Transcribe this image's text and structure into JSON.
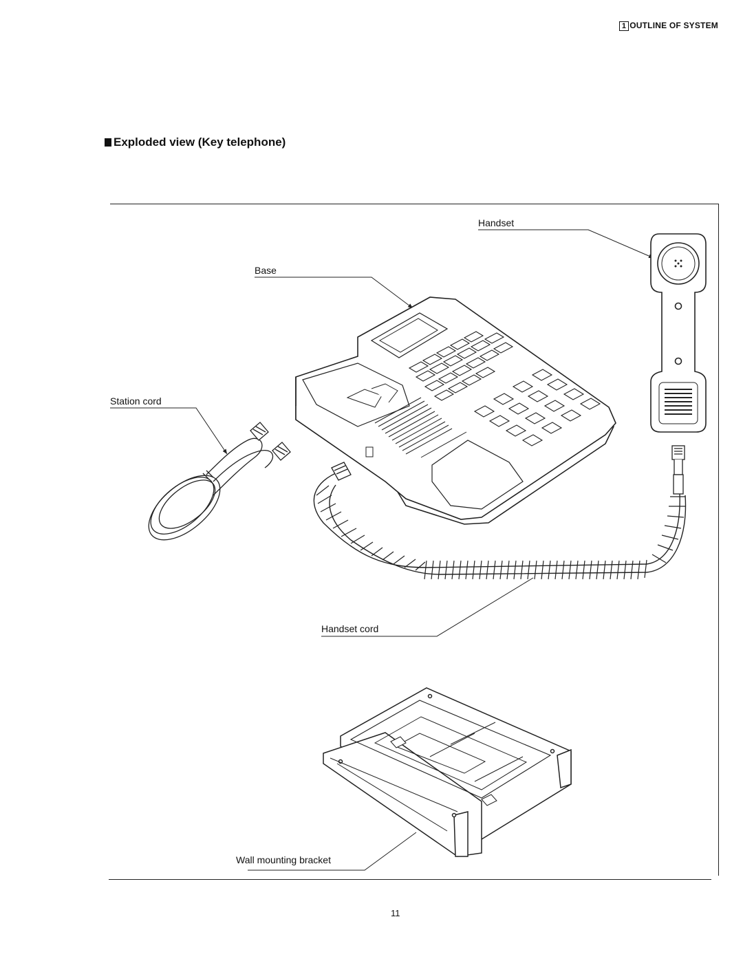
{
  "header": {
    "section_number": "1",
    "section_title": "OUTLINE OF SYSTEM"
  },
  "title": "Exploded view (Key telephone)",
  "labels": {
    "handset": "Handset",
    "base": "Base",
    "station_cord": "Station cord",
    "handset_cord": "Handset cord",
    "wall_mounting_bracket": "Wall mounting bracket"
  },
  "page_number": "11"
}
